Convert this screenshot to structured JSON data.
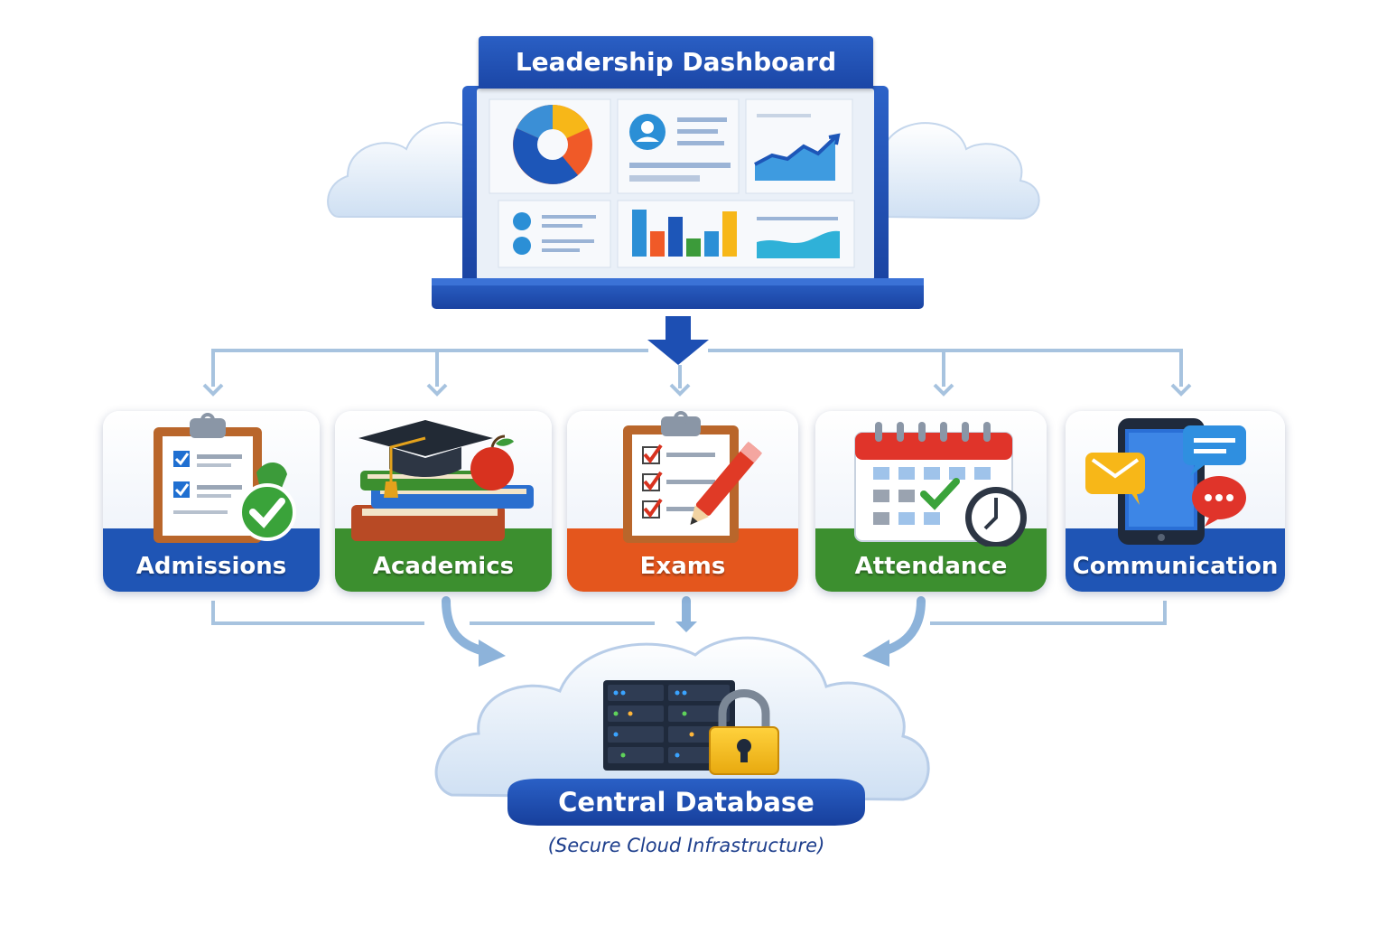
{
  "dashboard": {
    "title": "Leadership Dashboard"
  },
  "modules": [
    {
      "label": "Admissions",
      "band_color": "#1f55b5",
      "icon": "clipboard-check-icon"
    },
    {
      "label": "Academics",
      "band_color": "#3c8f2f",
      "icon": "graduation-books-icon"
    },
    {
      "label": "Exams",
      "band_color": "#e4561d",
      "icon": "exam-clipboard-icon"
    },
    {
      "label": "Attendance",
      "band_color": "#3c8f2f",
      "icon": "calendar-clock-icon"
    },
    {
      "label": "Communication",
      "band_color": "#1f55b5",
      "icon": "phone-chat-icon"
    }
  ],
  "database": {
    "title": "Central Database",
    "subtitle": "(Secure Cloud Infrastructure)"
  },
  "colors": {
    "primary_blue": "#1f4fb0",
    "green": "#3c8f2f",
    "orange": "#e4561d",
    "connector": "#9fbfde"
  }
}
